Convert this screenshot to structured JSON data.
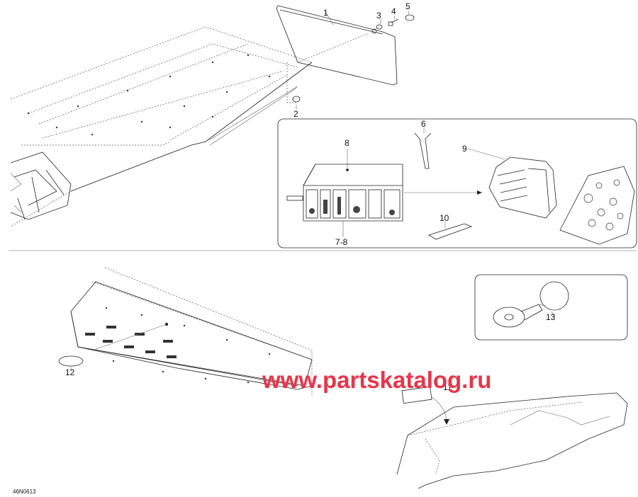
{
  "callouts": {
    "c1": "1",
    "c2": "2",
    "c3": "3",
    "c4": "4",
    "c5": "5",
    "c6": "6",
    "c7_8": "7-8",
    "c8": "8",
    "c9": "9",
    "c10": "10",
    "c11": "11",
    "c12": "12",
    "c13": "13"
  },
  "drawing_number": "46N0613",
  "watermark": "www.partskatalog.ru"
}
